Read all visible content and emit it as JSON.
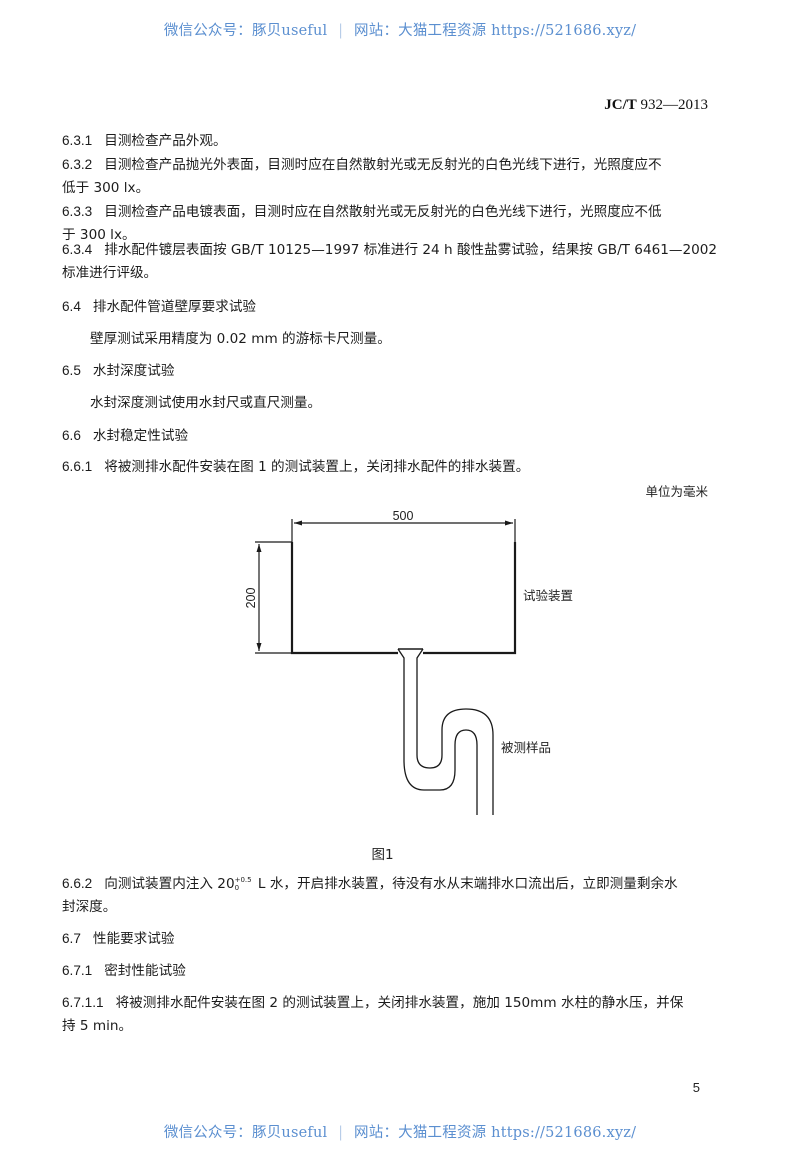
{
  "watermark": {
    "left": "微信公众号：豚贝useful",
    "separator": "|",
    "right": "网站：大猫工程资源 https://521686.xyz/"
  },
  "header": {
    "standard_prefix": "JC/T",
    "standard_number": "932—2013"
  },
  "sections": {
    "s631": {
      "num": "6.3.1",
      "text": "目测检查产品外观。"
    },
    "s632": {
      "num": "6.3.2",
      "line1": "目测检查产品抛光外表面，目测时应在自然散射光或无反射光的白色光线下进行，光照度应不",
      "line2": "低于 300 lx。"
    },
    "s633": {
      "num": "6.3.3",
      "line1": "目测检查产品电镀表面，目测时应在自然散射光或无反射光的白色光线下进行，光照度应不低",
      "line2": "于 300 lx。"
    },
    "s634": {
      "num": "6.3.4",
      "line1": "排水配件镀层表面按 GB/T 10125—1997 标准进行 24 h 酸性盐雾试验，结果按 GB/T 6461—2002",
      "line2": "标准进行评级。"
    },
    "s64": {
      "num": "6.4",
      "title": "排水配件管道壁厚要求试验",
      "body": "壁厚测试采用精度为 0.02 mm 的游标卡尺测量。"
    },
    "s65": {
      "num": "6.5",
      "title": "水封深度试验",
      "body": "水封深度测试使用水封尺或直尺测量。"
    },
    "s66": {
      "num": "6.6",
      "title": "水封稳定性试验"
    },
    "s661": {
      "num": "6.6.1",
      "text": "将被测排水配件安装在图 1 的测试装置上，关闭排水配件的排水装置。"
    },
    "s662": {
      "num": "6.6.2",
      "pre": "向测试装置内注入 20",
      "sup": "+0.5",
      "sub": "0",
      "post": " L 水，开启排水装置，待没有水从末端排水口流出后，立即测量剩余水",
      "line2": "封深度。"
    },
    "s67": {
      "num": "6.7",
      "title": "性能要求试验"
    },
    "s671": {
      "num": "6.7.1",
      "title": "密封性能试验"
    },
    "s6711": {
      "num": "6.7.1.1",
      "line1": "将被测排水配件安装在图 2 的测试装置上，关闭排水装置，施加 150mm 水柱的静水压，并保",
      "line2": "持 5 min。"
    }
  },
  "figure1": {
    "unit_note": "单位为毫米",
    "width_dim": "500",
    "height_dim": "200",
    "label_apparatus": "试验装置",
    "label_sample": "被测样品",
    "caption": "图1"
  },
  "footer": {
    "page_number": "5"
  },
  "colors": {
    "watermark": "#5b8fd0",
    "text": "#1c1c1c",
    "background": "#ffffff"
  }
}
